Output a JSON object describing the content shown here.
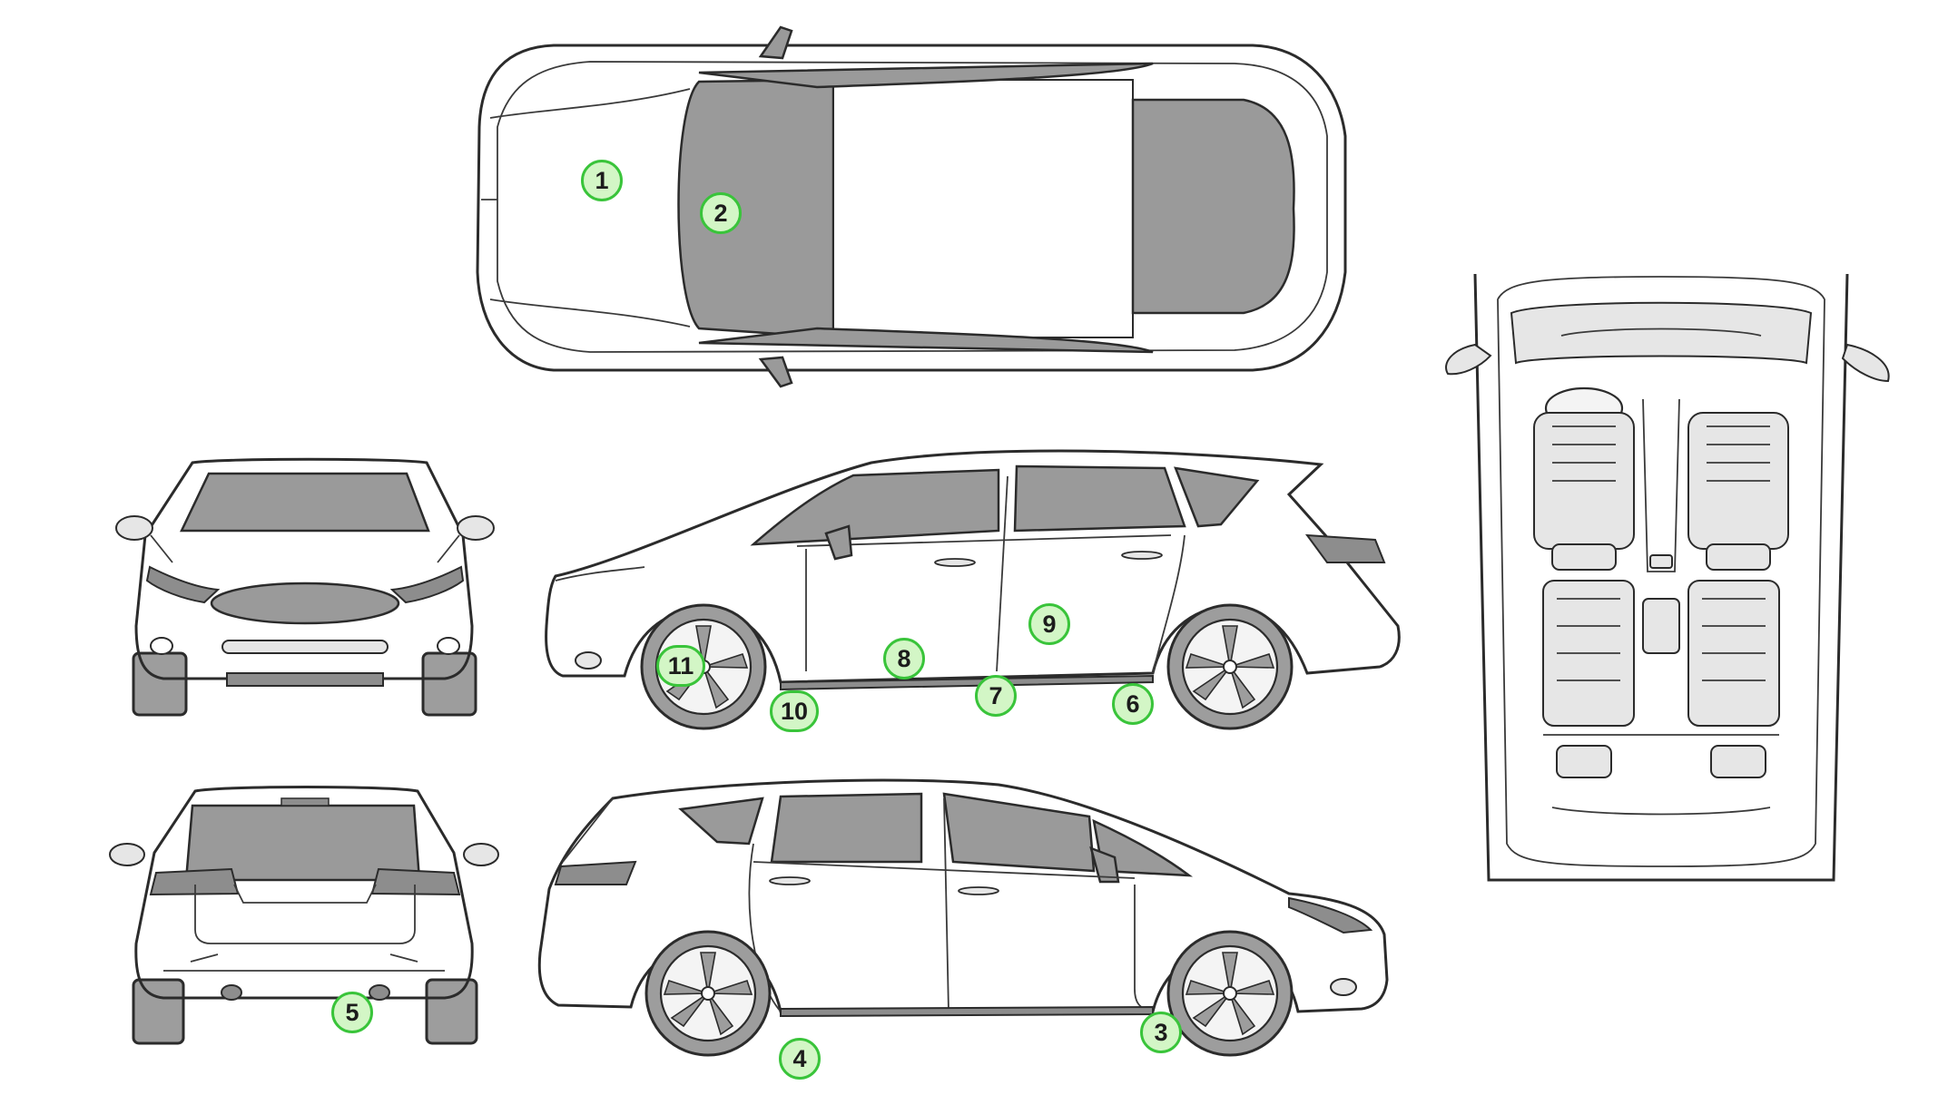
{
  "markers": [
    {
      "id": "1",
      "label": "1",
      "view": "top"
    },
    {
      "id": "2",
      "label": "2",
      "view": "top"
    },
    {
      "id": "3",
      "label": "3",
      "view": "right-side"
    },
    {
      "id": "4",
      "label": "4",
      "view": "right-side"
    },
    {
      "id": "5",
      "label": "5",
      "view": "rear"
    },
    {
      "id": "6",
      "label": "6",
      "view": "left-side"
    },
    {
      "id": "7",
      "label": "7",
      "view": "left-side"
    },
    {
      "id": "8",
      "label": "8",
      "view": "left-side"
    },
    {
      "id": "9",
      "label": "9",
      "view": "left-side"
    },
    {
      "id": "10",
      "label": "10",
      "view": "left-side"
    },
    {
      "id": "11",
      "label": "11",
      "view": "left-side"
    }
  ],
  "colors": {
    "marker_fill": "#d3f6c6",
    "marker_border": "#39c43a",
    "glass": "#9a9a9a",
    "body": "#f4f4f4",
    "outline": "#2b2b2b"
  }
}
